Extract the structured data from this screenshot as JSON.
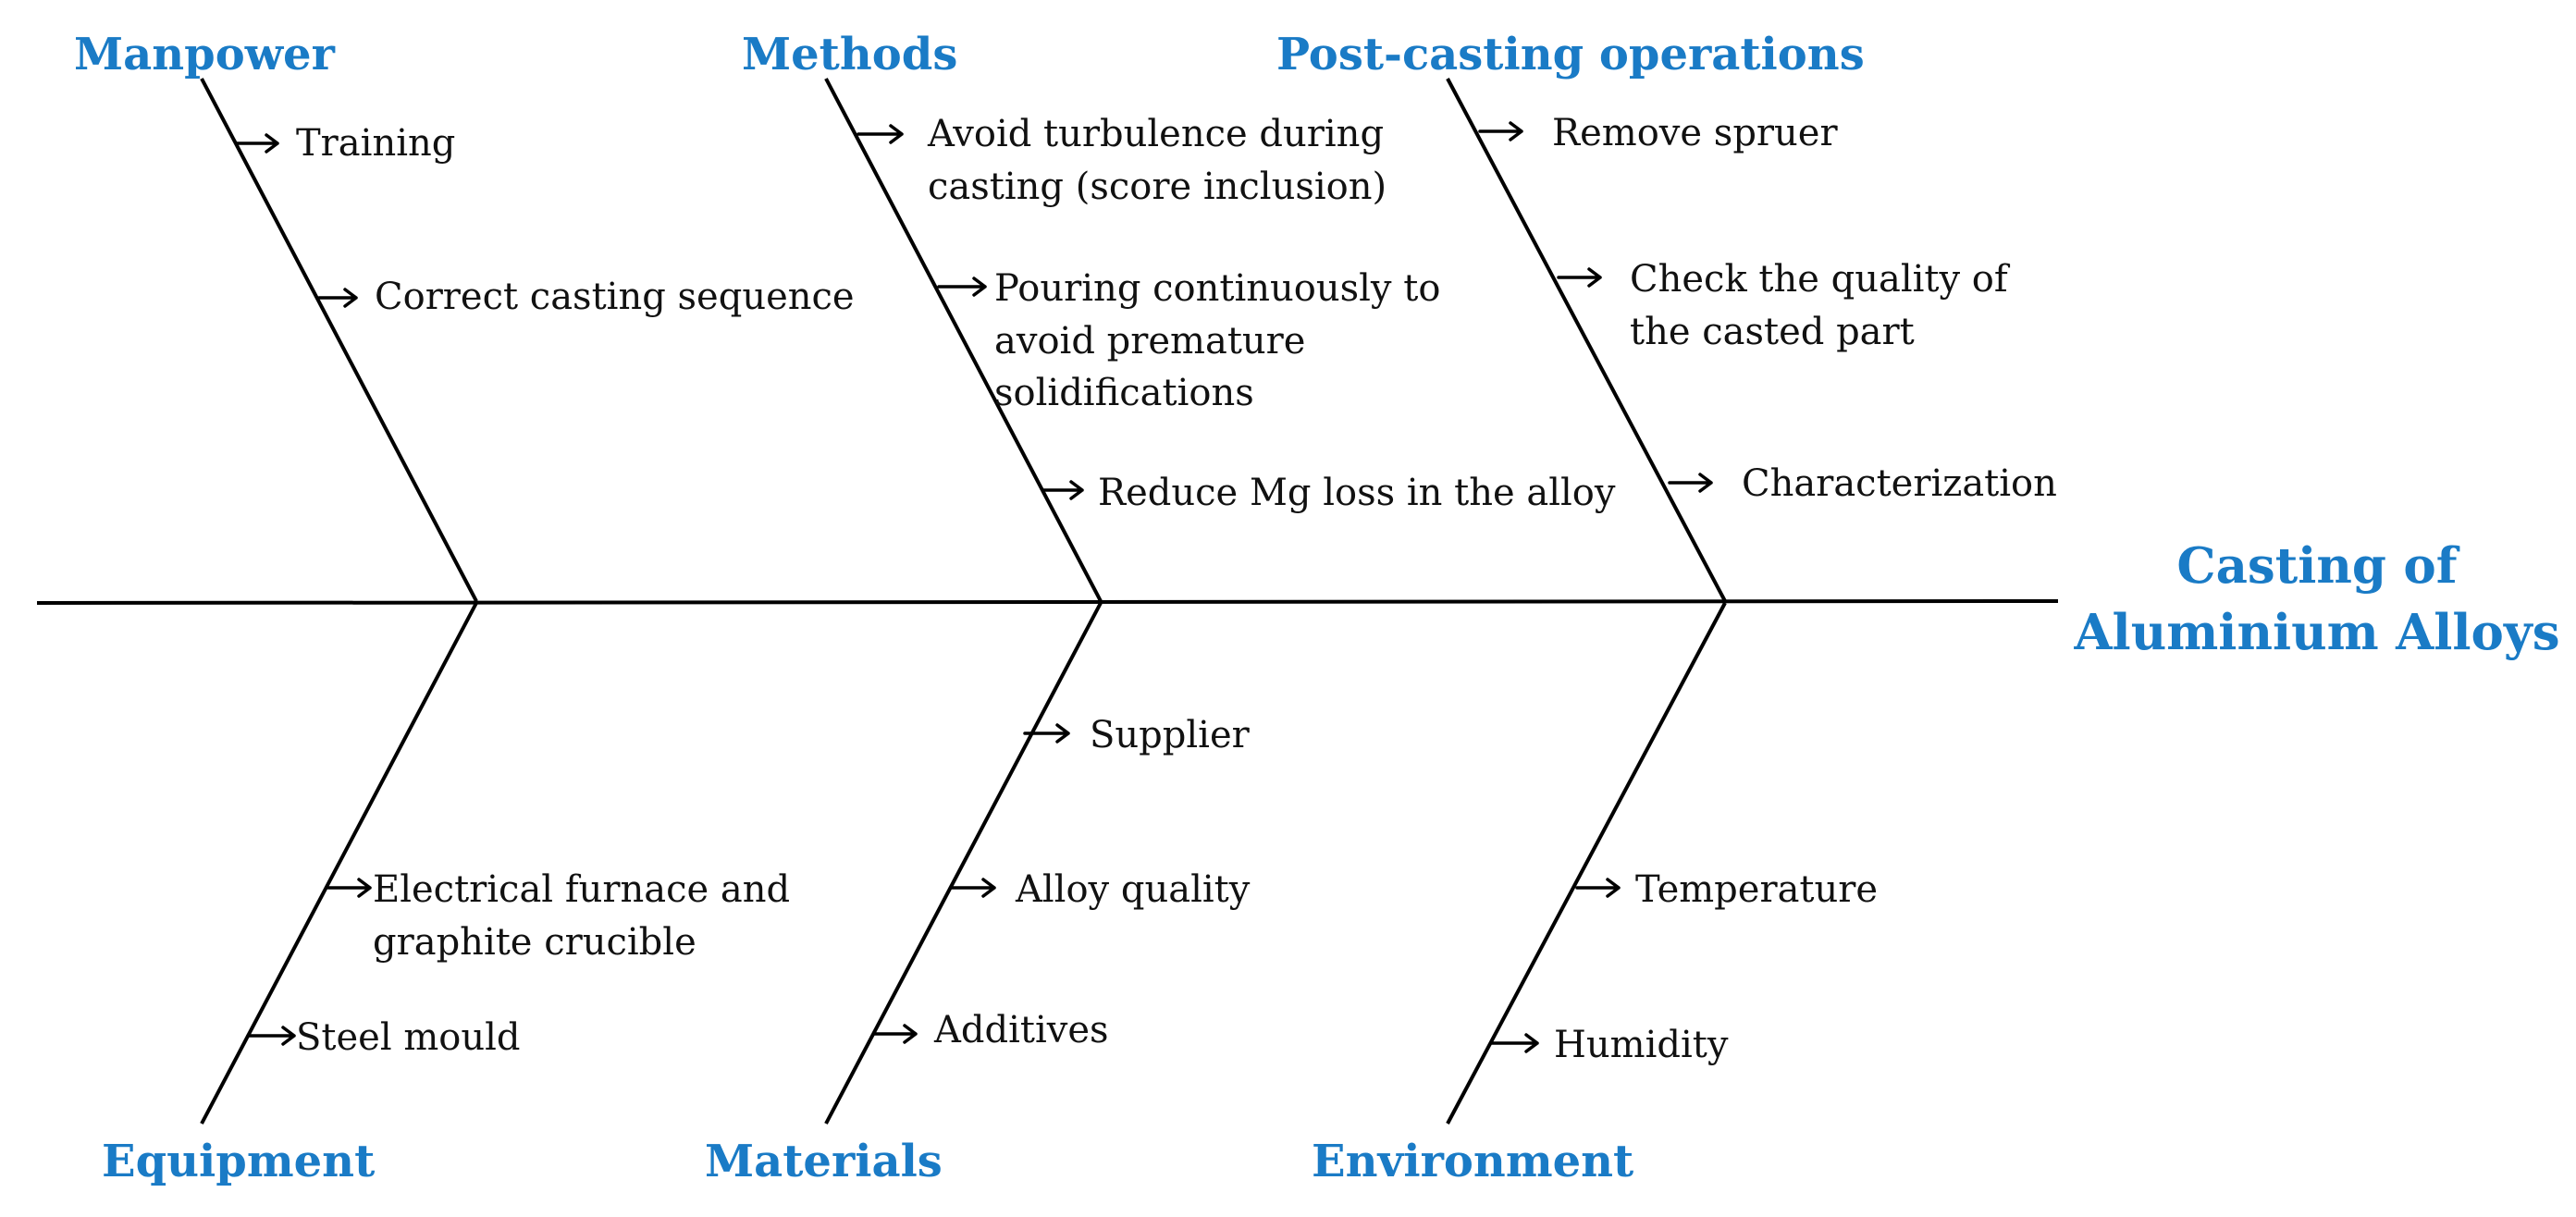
{
  "effect": {
    "line1": "Casting of",
    "line2": "Aluminium Alloys"
  },
  "colors": {
    "accent": "#1a7bc6",
    "text": "#111111",
    "line": "#000000"
  },
  "categories": [
    {
      "key": "manpower",
      "name": "Manpower",
      "causes": [
        {
          "lines": [
            "Training"
          ]
        },
        {
          "lines": [
            "Correct casting sequence"
          ]
        }
      ]
    },
    {
      "key": "methods",
      "name": "Methods",
      "causes": [
        {
          "lines": [
            "Avoid turbulence during",
            "casting (score inclusion)"
          ]
        },
        {
          "lines": [
            "Pouring continuously to",
            "avoid premature",
            "solidifications"
          ]
        },
        {
          "lines": [
            "Reduce Mg loss in the alloy"
          ]
        }
      ]
    },
    {
      "key": "post_casting",
      "name": "Post-casting operations",
      "causes": [
        {
          "lines": [
            "Remove spruer"
          ]
        },
        {
          "lines": [
            "Check the quality of",
            "the casted part"
          ]
        },
        {
          "lines": [
            "Characterization"
          ]
        }
      ]
    },
    {
      "key": "equipment",
      "name": "Equipment",
      "causes": [
        {
          "lines": [
            "Electrical furnace and",
            "graphite crucible"
          ]
        },
        {
          "lines": [
            "Steel mould"
          ]
        }
      ]
    },
    {
      "key": "materials",
      "name": "Materials",
      "causes": [
        {
          "lines": [
            "Supplier"
          ]
        },
        {
          "lines": [
            "Alloy quality"
          ]
        },
        {
          "lines": [
            "Additives"
          ]
        }
      ]
    },
    {
      "key": "environment",
      "name": "Environment",
      "causes": [
        {
          "lines": [
            "Temperature"
          ]
        },
        {
          "lines": [
            "Humidity"
          ]
        }
      ]
    }
  ]
}
